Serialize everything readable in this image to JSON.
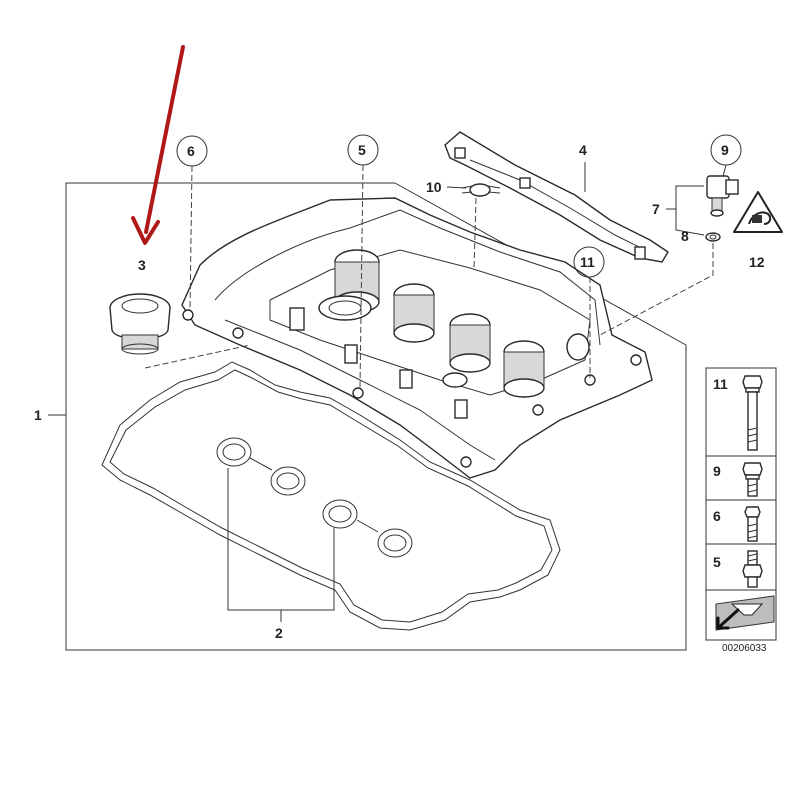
{
  "callouts": {
    "c1": "1",
    "c2": "2",
    "c3": "3",
    "c4": "4",
    "c5": "5",
    "c6": "6",
    "c7": "7",
    "c8": "8",
    "c9": "9",
    "c10": "10",
    "c11": "11",
    "c12": "12"
  },
  "legend": {
    "bolt11": "11",
    "bolt9": "9",
    "bolt6": "6",
    "bolt5": "5"
  },
  "part_number": "00206033",
  "colors": {
    "arrow": "#b01818",
    "lines": "#333333",
    "shade": "#d8d8d8"
  },
  "icons": {
    "pointer": "red-arrow-icon",
    "warning": "warning-triangle-icon",
    "corner": "corner-arrow-icon"
  }
}
